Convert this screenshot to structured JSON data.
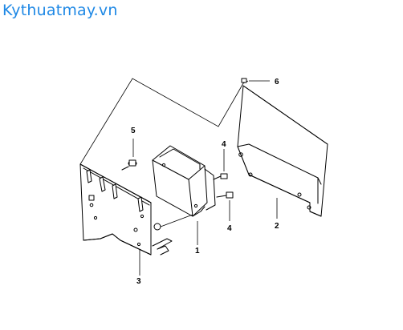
{
  "watermark": {
    "text": "Kythuatmay.vn",
    "color": "#1e88e5"
  },
  "diagram": {
    "callouts": [
      {
        "number": "1"
      },
      {
        "number": "2"
      },
      {
        "number": "3"
      },
      {
        "number": "4"
      },
      {
        "number": "4"
      },
      {
        "number": "5"
      },
      {
        "number": "6"
      }
    ]
  }
}
